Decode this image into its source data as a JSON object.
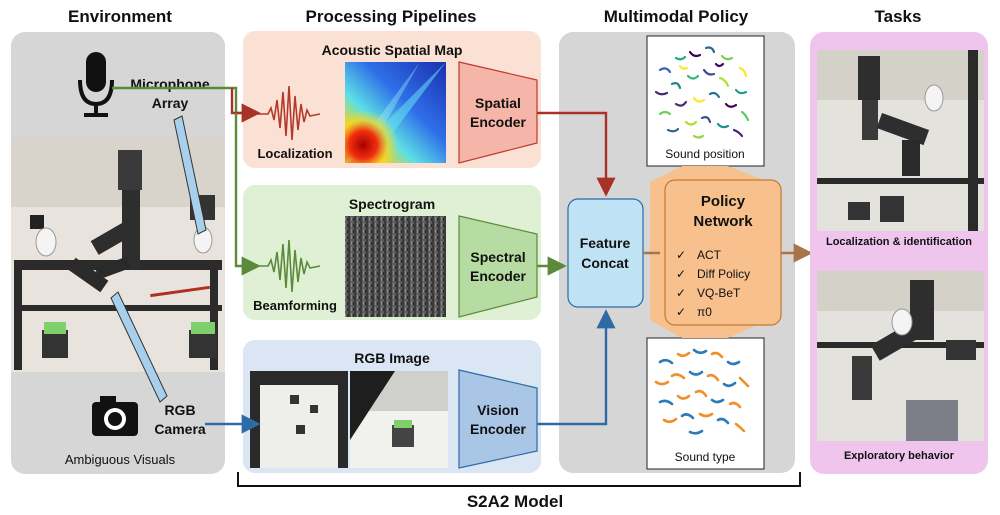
{
  "headers": {
    "environment": "Environment",
    "processing": "Processing Pipelines",
    "multimodal": "Multimodal Policy",
    "tasks": "Tasks"
  },
  "environment": {
    "microphone_line1": "Microphone",
    "microphone_line2": "Array",
    "rgb_line1": "RGB",
    "rgb_line2": "Camera",
    "ambiguous": "Ambiguous Visuals"
  },
  "pipelines": {
    "acoustic_title": "Acoustic Spatial Map",
    "localization": "Localization",
    "spatial_line1": "Spatial",
    "spatial_line2": "Encoder",
    "spectrogram_title": "Spectrogram",
    "beamforming": "Beamforming",
    "spectral_line1": "Spectral",
    "spectral_line2": "Encoder",
    "rgb_title": "RGB Image",
    "vision_line1": "Vision",
    "vision_line2": "Encoder"
  },
  "policy": {
    "feature_line1": "Feature",
    "feature_line2": "Concat",
    "network_line1": "Policy",
    "network_line2": "Network",
    "methods": [
      "ACT",
      "Diff Policy",
      "VQ-BeT",
      "π0"
    ],
    "check_glyph": "✓",
    "sound_position": "Sound position",
    "sound_type": "Sound type"
  },
  "tasks": {
    "task1": "Localization & identification",
    "task2": "Exploratory behavior"
  },
  "model_label": "S2A2 Model",
  "colors": {
    "spatial": "#f5b5a8",
    "spectral": "#b6dca4",
    "vision": "#a9c6e6",
    "feature": "#bfe3f5",
    "policy_net": "#f7c08d",
    "tasks_bg": "#efc5ee",
    "panel_gray": "#d6d6d6"
  }
}
